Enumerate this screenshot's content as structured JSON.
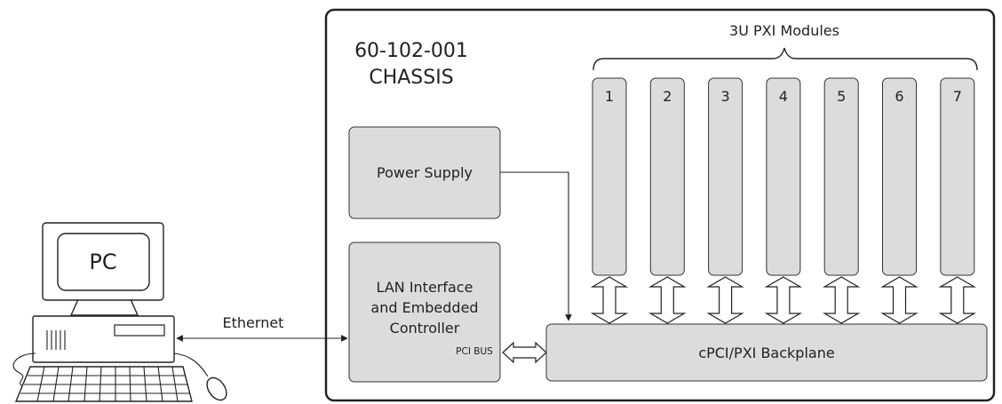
{
  "chassis": {
    "model": "60-102-001",
    "name": "CHASSIS",
    "modules_header": "3U PXI Modules",
    "power_supply": "Power Supply",
    "controller": [
      "LAN Interface",
      "and Embedded",
      "Controller"
    ],
    "pci_bus": "PCI BUS",
    "backplane": "cPCI/PXI Backplane",
    "slots": [
      "1",
      "2",
      "3",
      "4",
      "5",
      "6",
      "7"
    ]
  },
  "pc": {
    "label": "PC"
  },
  "link": {
    "label": "Ethernet"
  },
  "colors": {
    "box_fill": "#dcdcdc",
    "stroke": "#222222",
    "background": "#ffffff"
  },
  "icons": [
    "pc-computer-icon",
    "keyboard-icon",
    "mouse-icon",
    "double-arrow-icon"
  ]
}
